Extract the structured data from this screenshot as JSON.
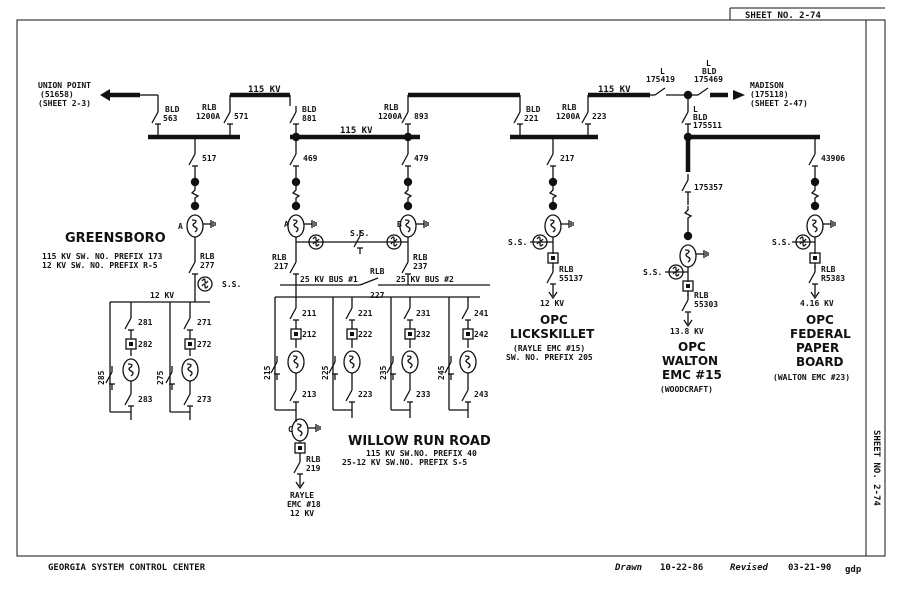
{
  "header": {
    "sheet_label": "SHEET NO. 2-74",
    "side_label": "SHEET NO. 2-74"
  },
  "footer": {
    "org": "GEORGIA SYSTEM CONTROL CENTER",
    "drawn_label": "Drawn",
    "drawn_date": "10-22-86",
    "revised_label": "Revised",
    "revised_date": "03-21-90",
    "initials": "gdp"
  },
  "voltages": {
    "kv115_left": "115 KV",
    "kv115_mid": "115 KV",
    "kv115_right": "115 KV",
    "kv25_bus1": "25 KV BUS #1",
    "kv25_bus2": "25 KV BUS #2",
    "kv12_greensboro": "12 KV",
    "kv12_lickskillet": "12 KV",
    "kv138_walton": "13.8 KV",
    "kv416_federal": "4.16 KV",
    "kv12_rayle": "12 KV"
  },
  "connections": {
    "union_point": [
      "UNION POINT",
      "(51658)",
      "(SHEET 2-3)"
    ],
    "madison": [
      "MADISON",
      "(175118)",
      "(SHEET 2-47)"
    ]
  },
  "switches": {
    "bld563": [
      "BLD",
      "563"
    ],
    "rlb571": [
      "RLB",
      "1200A",
      "571"
    ],
    "bld881": [
      "BLD",
      "881"
    ],
    "rlb893": [
      "RLB",
      "1200A",
      "893"
    ],
    "bld221": [
      "BLD",
      "221"
    ],
    "rlb223": [
      "RLB",
      "1200A",
      "223"
    ],
    "l175419": [
      "L",
      "175419"
    ],
    "lbld175469": [
      "L",
      "BLD",
      "175469"
    ],
    "lbld175511": [
      "L",
      "BLD",
      "175511"
    ],
    "s517": "517",
    "s469": "469",
    "s479": "479",
    "s217b": "217",
    "s175357": "175357",
    "s43906": "43906",
    "rlb277": [
      "RLB",
      "277"
    ],
    "rlb217": [
      "RLB",
      "217"
    ],
    "rlb237": [
      "RLB",
      "237"
    ],
    "rlb227": [
      "RLB",
      "227"
    ],
    "rlb55137": [
      "RLB",
      "55137"
    ],
    "rlb55303": [
      "RLB",
      "55303"
    ],
    "rlb5383": [
      "RLB",
      "R5383"
    ],
    "rlb219": [
      "RLB",
      "219"
    ],
    "n281": "281",
    "n282": "282",
    "n283": "283",
    "n285": "285",
    "n271": "271",
    "n272": "272",
    "n273": "273",
    "n275": "275",
    "n211": "211",
    "n212": "212",
    "n213": "213",
    "n215": "215",
    "n221": "221",
    "n222": "222",
    "n223": "223",
    "n225": "225",
    "n231": "231",
    "n232": "232",
    "n233": "233",
    "n235": "235",
    "n241": "241",
    "n242": "242",
    "n243": "243",
    "n245": "245",
    "ss": "S.S.",
    "letter_a": "A",
    "letter_b": "B",
    "letter_c": "C"
  },
  "stations": {
    "greensboro": {
      "name": "GREENSBORO",
      "line1": "115 KV SW. NO. PREFIX 173",
      "line2": "12 KV SW. NO. PREFIX R-5"
    },
    "willow_run": {
      "name": "WILLOW RUN ROAD",
      "line1": "115 KV SW.NO. PREFIX 40",
      "line2": "25-12 KV SW.NO. PREFIX S-5"
    },
    "lickskillet": {
      "l1": "OPC",
      "l2": "LICKSKILLET",
      "note1": "(RAYLE EMC #15)",
      "note2": "SW. NO. PREFIX 205"
    },
    "walton": {
      "l1": "OPC",
      "l2": "WALTON",
      "l3": "EMC #15",
      "note": "(WOODCRAFT)"
    },
    "federal": {
      "l1": "OPC",
      "l2": "FEDERAL",
      "l3": "PAPER",
      "l4": "BOARD",
      "note": "(WALTON EMC #23)"
    },
    "rayle": {
      "l1": "RAYLE",
      "l2": "EMC #18"
    }
  }
}
